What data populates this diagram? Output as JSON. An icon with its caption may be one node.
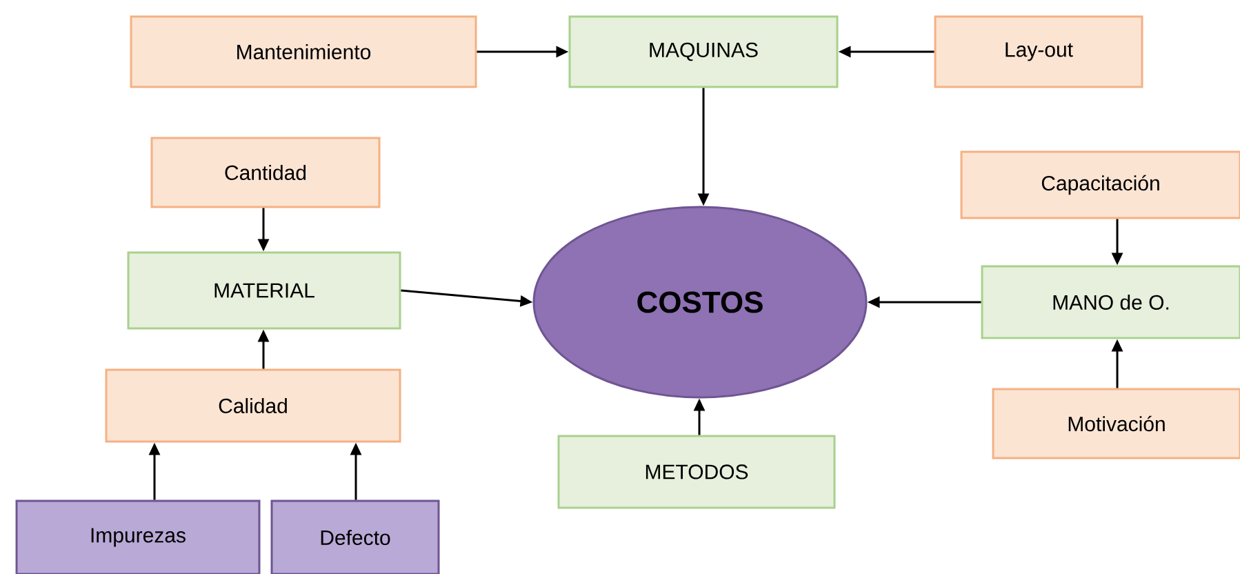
{
  "diagram": {
    "nodes": [
      {
        "text": [
          "Mantenimiento"
        ]
      },
      {
        "text": [
          "MAQUINAS"
        ]
      },
      {
        "text": [
          "Lay-out"
        ]
      },
      {
        "text": [
          "Cantidad"
        ]
      },
      {
        "text": [
          "Capacitación"
        ]
      },
      {
        "text": [
          "MATERIAL"
        ]
      },
      {
        "text": [
          "COSTOS"
        ]
      },
      {
        "text": [
          "MANO de O."
        ]
      },
      {
        "text": [
          "Calidad"
        ]
      },
      {
        "text": [
          "Motivación"
        ]
      },
      {
        "text": [
          "METODOS"
        ]
      },
      {
        "text": [
          "Impurezas"
        ]
      },
      {
        "text": [
          "Defecto"
        ]
      }
    ],
    "edges": [
      {
        "from": 0,
        "to": 1,
        "arrow": "to"
      },
      {
        "from": 2,
        "to": 1,
        "arrow": "to"
      },
      {
        "from": 1,
        "to": 6,
        "arrow": "to"
      },
      {
        "from": 3,
        "to": 5,
        "arrow": "to"
      },
      {
        "from": 5,
        "to": 6,
        "arrow": "to"
      },
      {
        "from": 7,
        "to": 6,
        "arrow": "to"
      },
      {
        "from": 4,
        "to": 7,
        "arrow": "to"
      },
      {
        "from": 9,
        "to": 7,
        "arrow": "to"
      },
      {
        "from": 10,
        "to": 6,
        "arrow": "to"
      },
      {
        "from": 8,
        "to": 5,
        "arrow": "to"
      },
      {
        "from": 11,
        "to": 8,
        "arrow": "to"
      },
      {
        "from": 12,
        "to": 8,
        "arrow": "to"
      }
    ]
  }
}
